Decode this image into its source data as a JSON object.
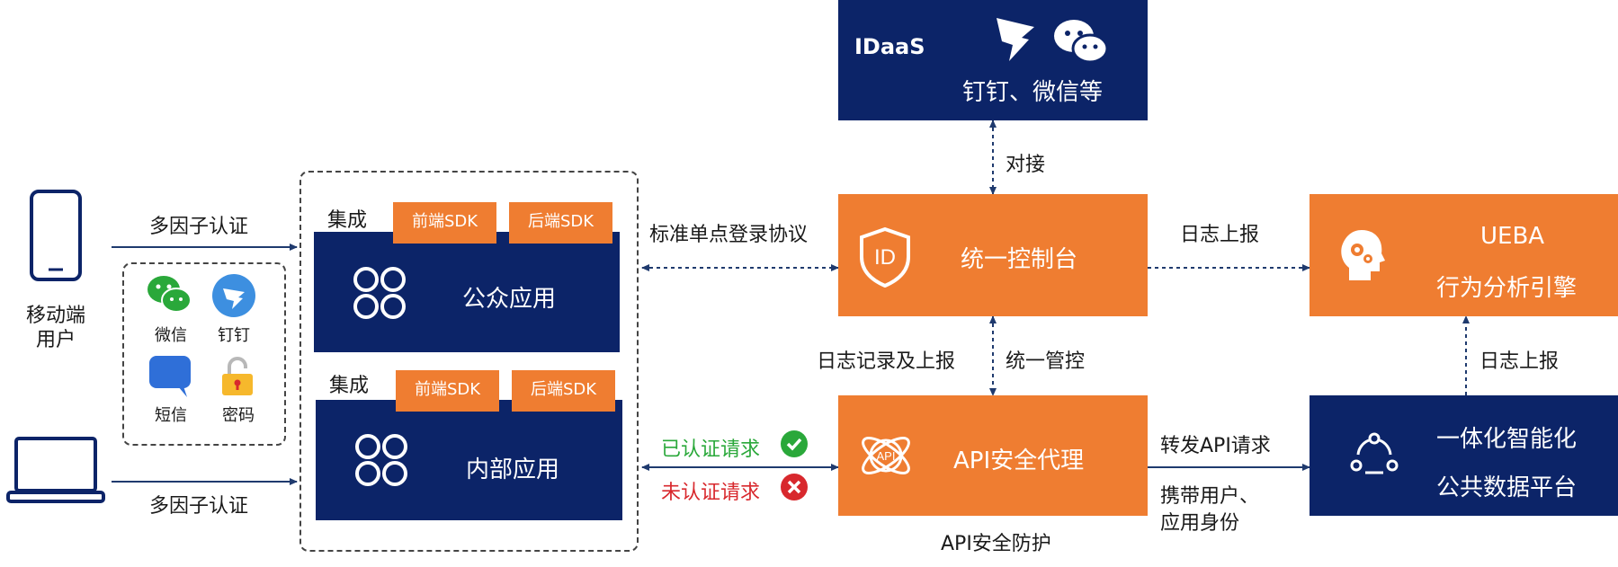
{
  "colors": {
    "navy": "#0c2468",
    "orange": "#ef7d31",
    "green": "#2aa83a",
    "red": "#d8282d",
    "arrow": "#1f3a6e"
  },
  "users": {
    "mobile_label_line1": "移动端",
    "mobile_label_line2": "用户",
    "mfa_top": "多因子认证",
    "mfa_bottom": "多因子认证",
    "factors": [
      {
        "label": "微信",
        "icon": "wechat-icon"
      },
      {
        "label": "钉钉",
        "icon": "dingtalk-icon"
      },
      {
        "label": "短信",
        "icon": "sms-icon"
      },
      {
        "label": "密码",
        "icon": "password-lock-icon"
      }
    ]
  },
  "apps": {
    "public": {
      "integrate_label": "集成",
      "sdk_front": "前端SDK",
      "sdk_back": "后端SDK",
      "title": "公众应用",
      "icon": "app-grid-icon"
    },
    "internal": {
      "integrate_label": "集成",
      "sdk_front": "前端SDK",
      "sdk_back": "后端SDK",
      "title": "内部应用",
      "icon": "app-grid-icon"
    }
  },
  "idaas": {
    "title": "IDaaS",
    "subtitle": "钉钉、微信等",
    "icons": [
      "dingtalk-icon",
      "wechat-icon"
    ]
  },
  "console": {
    "title": "统一控制台",
    "icon": "id-shield-icon"
  },
  "proxy": {
    "title": "API安全代理",
    "icon": "api-icon",
    "caption": "API安全防护"
  },
  "ueba": {
    "title_line1": "UEBA",
    "title_line2": "行为分析引擎",
    "icon": "brain-gear-icon"
  },
  "platform": {
    "title_line1": "一体化智能化",
    "title_line2": "公共数据平台",
    "icon": "share-network-icon"
  },
  "labels": {
    "sso_protocol": "标准单点登录协议",
    "dock": "对接",
    "log_report_1": "日志上报",
    "log_report_2": "日志上报",
    "log_record": "日志记录及上报",
    "unified_control": "统一管控",
    "authed_request": "已认证请求",
    "unauthed_request": "未认证请求",
    "forward_api": "转发API请求",
    "carry_identity_line1": "携带用户、",
    "carry_identity_line2": "应用身份"
  }
}
